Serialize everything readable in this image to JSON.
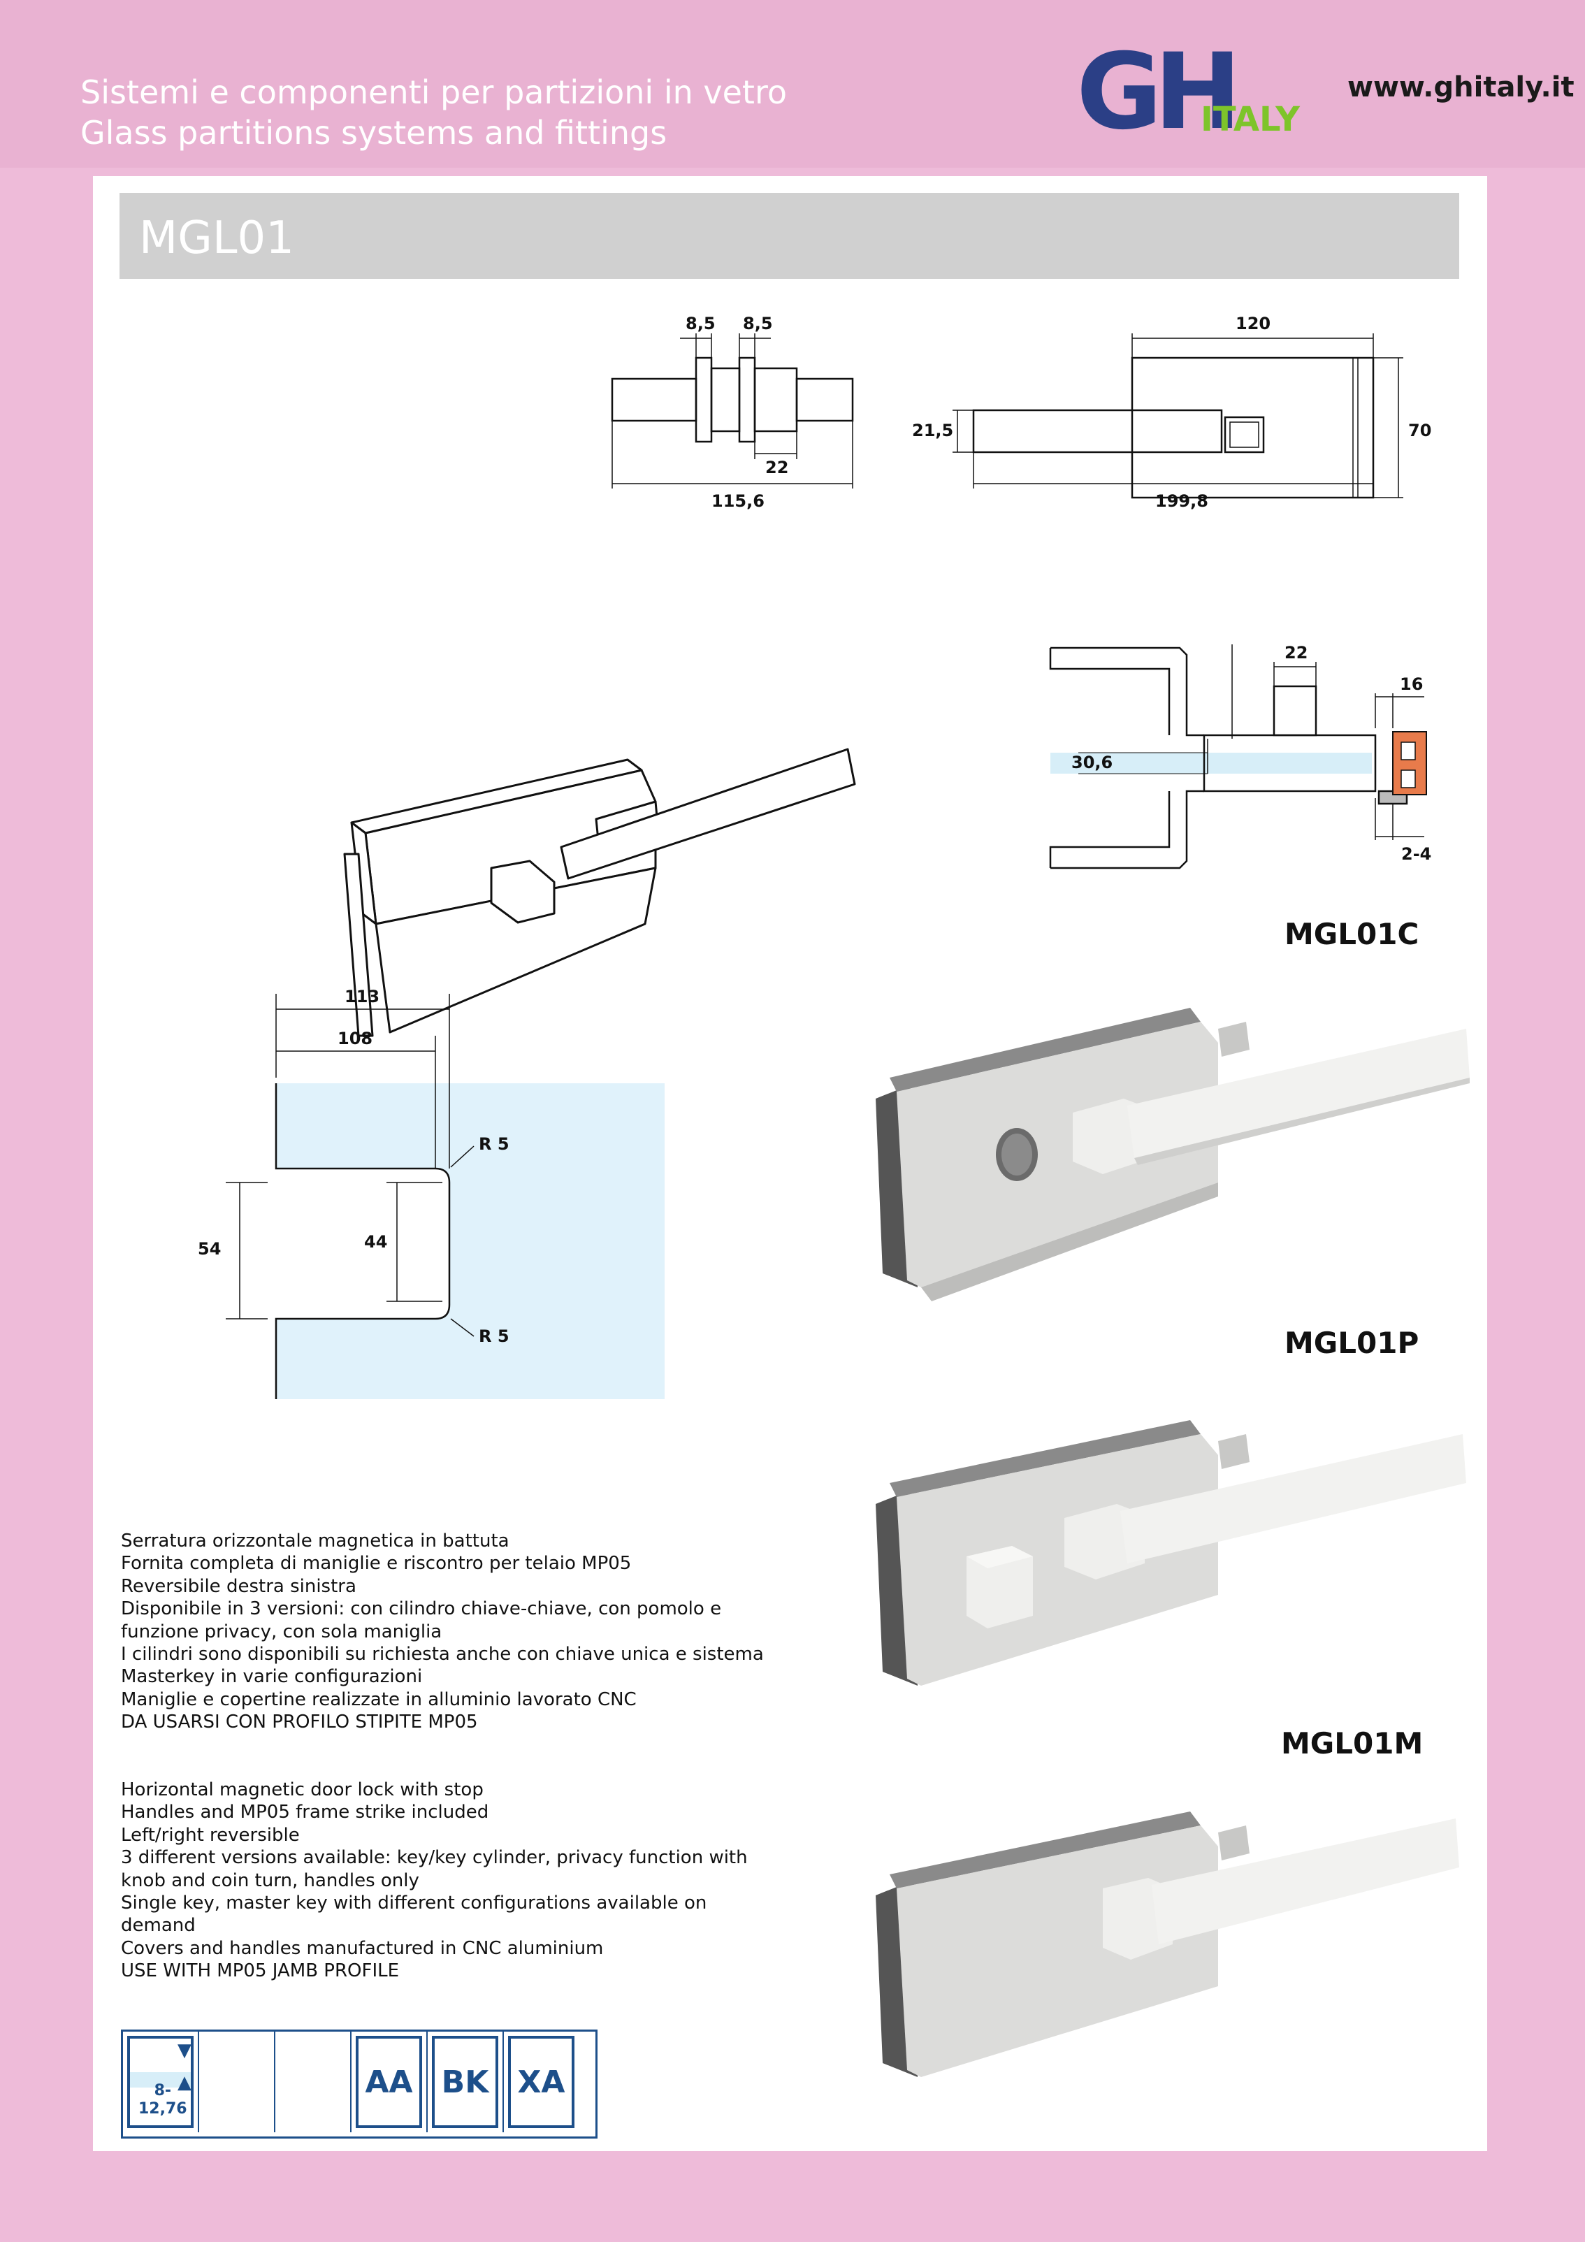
{
  "header": {
    "tagline_it": "Sistemi e componenti per partizioni in vetro",
    "tagline_en": "Glass partitions systems and fittings",
    "logo": {
      "gh": "GH",
      "italy": "ITALY",
      "colors": {
        "gh": "#2b3f86",
        "italy": "#7ec42a"
      }
    },
    "website": "www.ghitaly.it"
  },
  "product": {
    "code": "MGL01"
  },
  "dimensions": {
    "front_view": {
      "left_width": "8,5",
      "right_width": "8,5",
      "depth": "22",
      "total": "115,6"
    },
    "top_view": {
      "body_width": "120",
      "height": "70",
      "handle_height": "21,5",
      "total": "199,8"
    },
    "section_view": {
      "knob": "22",
      "profile": "16",
      "glass": "30,6",
      "gap": "2-4"
    },
    "cutout": {
      "outer": "113",
      "inner": "108",
      "height_outer": "54",
      "height_inner": "44",
      "radius_top": "R 5",
      "radius_bottom": "R 5"
    }
  },
  "models": {
    "c": "MGL01C",
    "p": "MGL01P",
    "m": "MGL01M"
  },
  "description_it": [
    "Serratura orizzontale magnetica in battuta",
    "Fornita completa di maniglie e riscontro per telaio MP05",
    "Reversibile destra sinistra",
    "Disponibile in 3 versioni: con cilindro chiave-chiave, con pomolo e",
    "funzione privacy, con sola maniglia",
    "I cilindri sono disponibili su richiesta anche con chiave unica e sistema",
    "Masterkey in varie configurazioni",
    "Maniglie e copertine realizzate in alluminio lavorato CNC",
    "DA USARSI CON PROFILO STIPITE MP05"
  ],
  "description_en": [
    "Horizontal magnetic door lock with stop",
    "Handles and MP05 frame strike included",
    "Left/right reversible",
    "3 different versions available: key/key cylinder, privacy function with",
    "knob and coin turn, handles only",
    "Single key, master key with different configurations available on",
    "demand",
    "Covers and handles manufactured in CNC aluminium",
    "USE WITH MP05 JAMB PROFILE"
  ],
  "badges": {
    "glass_thickness_line1": "8-",
    "glass_thickness_line2": "12,76",
    "finishes": [
      "AA",
      "BK",
      "XA"
    ],
    "color": "#1d4f8a"
  }
}
